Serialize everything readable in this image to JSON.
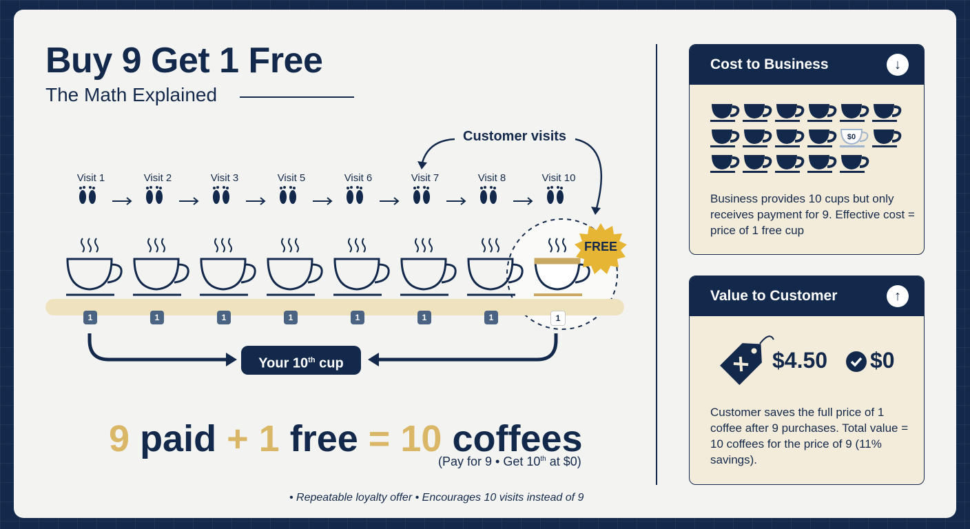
{
  "header": {
    "title": "Buy 9 Get 1 Free",
    "subtitle": "The Math Explained"
  },
  "journey": {
    "loop_label": "Customer visits",
    "visits": [
      "Visit 1",
      "Visit 2",
      "Visit 3",
      "Visit 5",
      "Visit 6",
      "Visit 7",
      "Visit 8",
      "Visit 10"
    ],
    "free_badge": "FREE",
    "cup_badges": [
      "1",
      "1",
      "1",
      "1",
      "1",
      "1",
      "1",
      "1"
    ],
    "your_cup_label": "Your 10",
    "your_cup_suffix": "th",
    "your_cup_word": "cup"
  },
  "equation": {
    "paid_number": "9",
    "paid_word": "paid",
    "plus": "+",
    "free_number": "1",
    "free_word": "free",
    "equals": "=",
    "total_number": "10",
    "total_word": "coffees",
    "note_start": "(Pay for 9 • Get 10",
    "note_sup": "th",
    "note_end": " at $0)"
  },
  "footnote": "• Repeatable loyalty offer • Encourages 10 visits instead of 9",
  "cost_panel": {
    "title": "Cost to Business",
    "icon": "arrow-down-icon",
    "cup_count": 17,
    "free_cup_label": "$0",
    "text": "Business provides 10 cups but only receives payment for 9. Effective cost = price of 1 free cup"
  },
  "value_panel": {
    "title": "Value to Customer",
    "icon": "arrow-up-icon",
    "old_price": "$4.50",
    "new_price": "$0",
    "text": "Customer saves the full price of 1 coffee after 9 purchases. Total value = 10 coffees for the price of 9 (11% savings)."
  },
  "colors": {
    "navy": "#13294b",
    "gold": "#d9b766",
    "cream": "#f4ecda",
    "card": "#f3f3f2"
  }
}
